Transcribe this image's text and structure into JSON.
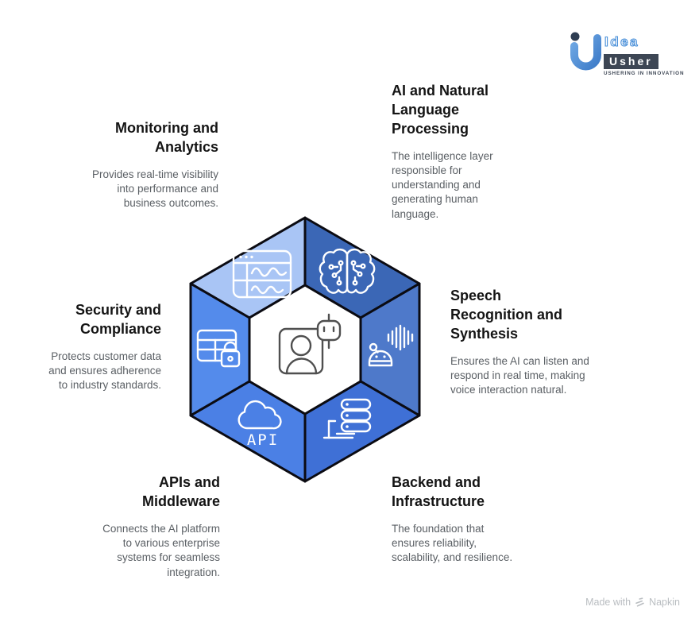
{
  "logo": {
    "idea": "Idea",
    "usher": "Usher",
    "tagline": "USHERING IN INNOVATION",
    "colors": {
      "dot": "#2E3D52",
      "mark_light": "#6FA8E4",
      "mark_dark": "#3E7CC9",
      "idea_blue": "#4a90d9",
      "usher_box": "#3D4654",
      "tagline_color": "#3D4654"
    }
  },
  "sections": {
    "monitoring": {
      "title": "Monitoring and Analytics",
      "desc": "Provides real-time visibility into performance and business outcomes."
    },
    "ai_nlp": {
      "title": "AI and Natural Language Processing",
      "desc": "The intelligence layer responsible for understanding and generating human language."
    },
    "security": {
      "title": "Security and Compliance",
      "desc": "Protects customer data and ensures adherence to industry standards."
    },
    "speech": {
      "title": "Speech Recognition and Synthesis",
      "desc": "Ensures the AI can listen and respond in real time, making voice interaction natural."
    },
    "apis": {
      "title": "APIs and Middleware",
      "desc": "Connects the AI platform to various enterprise systems for seamless integration."
    },
    "backend": {
      "title": "Backend and Infrastructure",
      "desc": "The foundation that ensures reliability, scalability, and resilience."
    }
  },
  "hexagon": {
    "api_label": "API",
    "icons": [
      "browser-analytics-icon",
      "brain-circuit-icon",
      "table-lock-icon",
      "voice-robot-icon",
      "api-cloud-icon",
      "server-stack-icon",
      "person-robot-icon"
    ],
    "colors": {
      "top_left": "#A9C5F5",
      "top_right": "#3B67B6",
      "right": "#4E79CA",
      "bottom_right": "#3F70D6",
      "bottom_left": "#4B80E5",
      "left": "#548BEB",
      "outline": "#0b0b12",
      "center_fill": "#FFFFFF",
      "icon_stroke": "#FFFFFF",
      "center_icon_stroke": "#4f4f4f"
    }
  },
  "footer": {
    "made_with": "Made with",
    "brand": "Napkin"
  }
}
